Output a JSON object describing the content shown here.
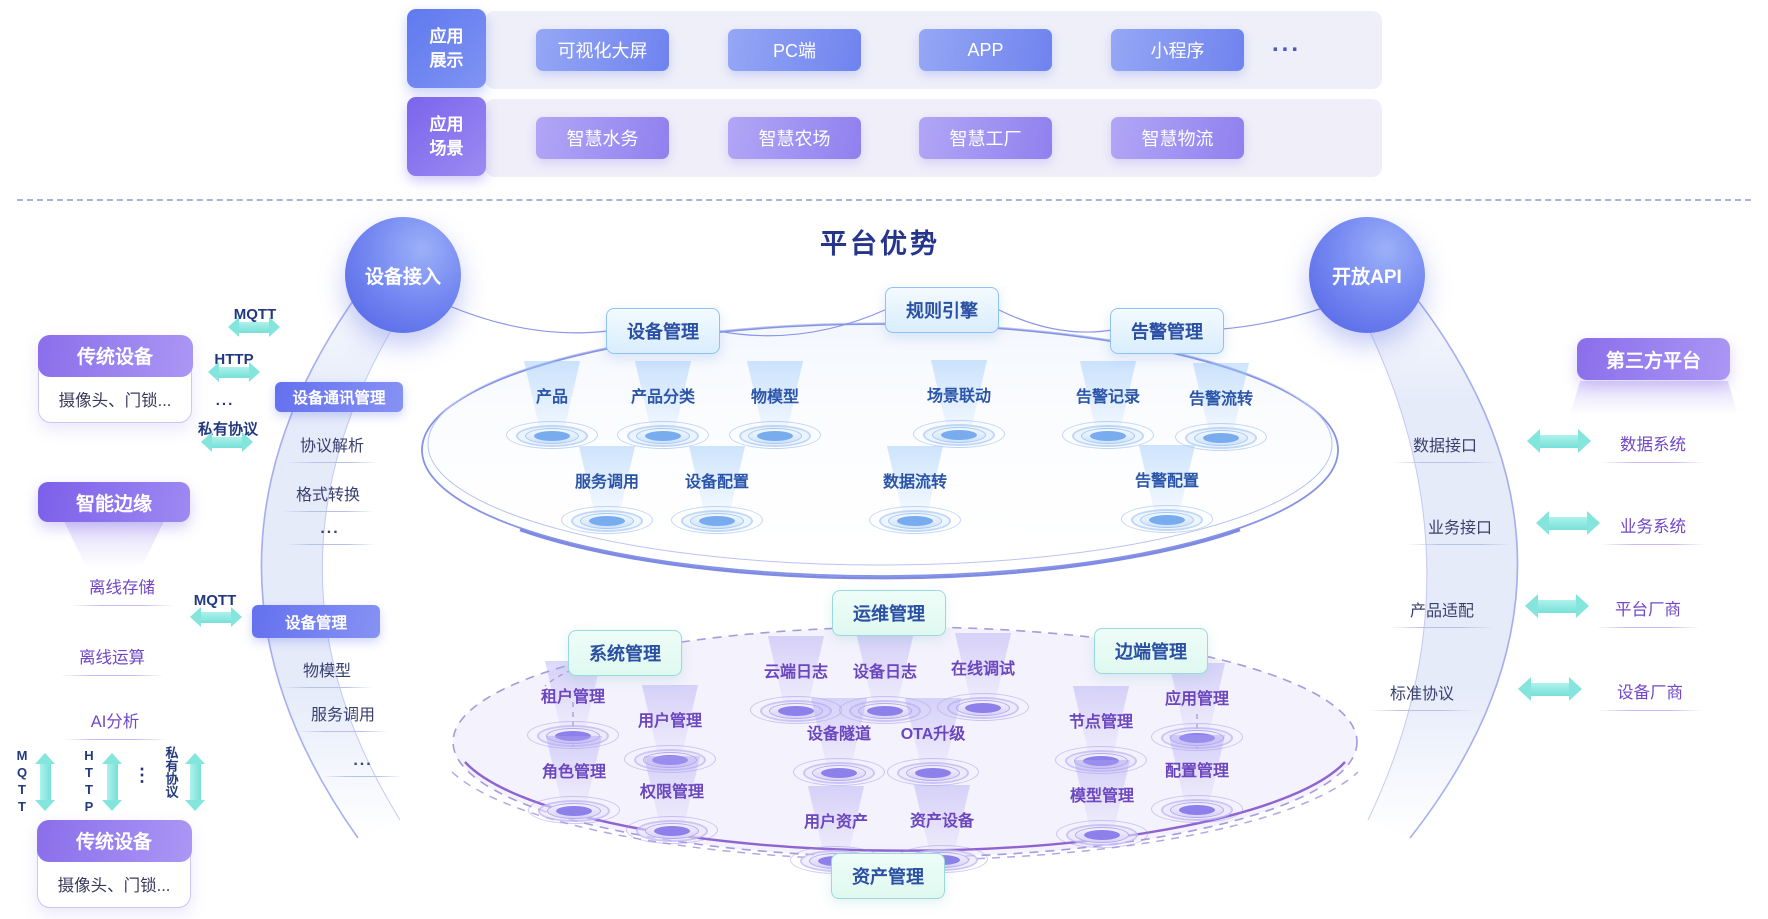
{
  "top": {
    "display": {
      "label": "应用展示",
      "items": [
        "可视化大屏",
        "PC端",
        "APP",
        "小程序"
      ],
      "more": "..."
    },
    "scenes": {
      "label": "应用场景",
      "items": [
        "智慧水务",
        "智慧农场",
        "智慧工厂",
        "智慧物流"
      ]
    }
  },
  "platform": {
    "title": "平台优势",
    "device_access_circle": "设备接入",
    "open_api_circle": "开放API",
    "device_mgmt": {
      "title": "设备管理",
      "items": [
        "产品",
        "产品分类",
        "物模型",
        "服务调用",
        "设备配置"
      ]
    },
    "rule_engine": {
      "title": "规则引擎",
      "items": [
        "场景联动",
        "数据流转"
      ]
    },
    "alarm_mgmt": {
      "title": "告警管理",
      "items": [
        "告警记录",
        "告警流转",
        "告警配置"
      ]
    },
    "system_mgmt": {
      "title": "系统管理",
      "items": [
        "租户管理",
        "用户管理",
        "角色管理",
        "权限管理"
      ]
    },
    "ops_mgmt": {
      "title": "运维管理",
      "items": [
        "云端日志",
        "设备日志",
        "在线调试",
        "设备隧道",
        "OTA升级"
      ]
    },
    "edge_mgmt": {
      "title": "边端管理",
      "items": [
        "应用管理",
        "节点管理",
        "配置管理",
        "模型管理"
      ]
    },
    "asset_mgmt": {
      "title": "资产管理",
      "items": [
        "用户资产",
        "资产设备"
      ]
    }
  },
  "left_panel": {
    "traditional_top": {
      "title": "传统设备",
      "subtitle": "摄像头、门锁..."
    },
    "protocols_top": {
      "mqtt": "MQTT",
      "http": "HTTP",
      "dots": "...",
      "private": "私有协议"
    },
    "comm_mgmt": {
      "title": "设备通讯管理",
      "items": [
        "协议解析",
        "格式转换",
        "..."
      ]
    },
    "smart_edge": {
      "title": "智能边缘",
      "items": [
        "离线存储",
        "离线运算",
        "AI分析"
      ]
    },
    "device_mgmt": {
      "title": "设备管理",
      "link_label": "MQTT",
      "items": [
        "物模型",
        "服务调用",
        "..."
      ]
    },
    "protocols_bottom": {
      "mqtt": "MQTT",
      "http": "HTTP",
      "dots": "⋮",
      "private": "私有协议"
    },
    "traditional_bottom": {
      "title": "传统设备",
      "subtitle": "摄像头、门锁..."
    }
  },
  "right_panel": {
    "third_party": "第三方平台",
    "rows": [
      {
        "api": "数据接口",
        "external": "数据系统"
      },
      {
        "api": "业务接口",
        "external": "业务系统"
      },
      {
        "api": "产品适配",
        "external": "平台厂商"
      },
      {
        "api": "标准协议",
        "external": "设备厂商"
      }
    ]
  },
  "colors": {
    "blue_button": "#6F83EF",
    "violet_button": "#9080EF",
    "purple_header": "#8A6EEB",
    "solid_blue_box": "#6471EE",
    "cyan_arrow": "#84E5DC",
    "sky_box_border": "#8FC3EF",
    "mint_box_bg": "#E6FBF2",
    "navy_text": "#26358C",
    "purple_text": "#7247C8",
    "dashed_ellipse": "#A79ADD"
  }
}
